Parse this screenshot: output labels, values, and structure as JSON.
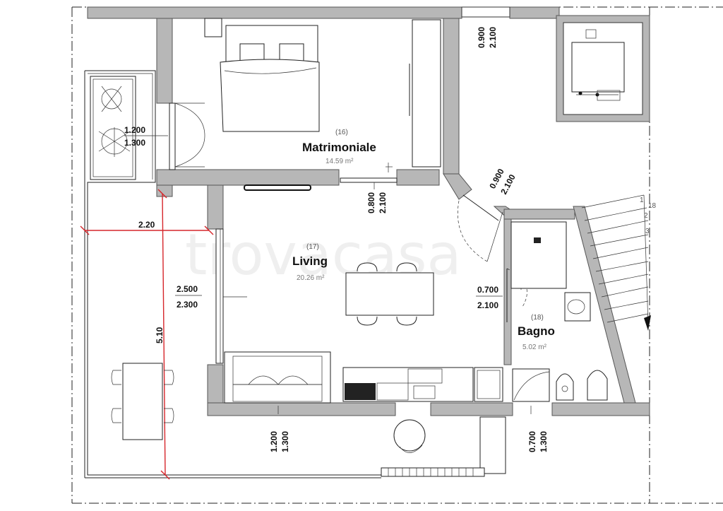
{
  "watermark": "trovacasa",
  "rooms": {
    "matrimoniale": {
      "number": "(16)",
      "name": "Matrimoniale",
      "area": "14.59 m²"
    },
    "living": {
      "number": "(17)",
      "name": "Living",
      "area": "20.26 m²"
    },
    "bagno": {
      "number": "(18)",
      "name": "Bagno",
      "area": "5.02 m²"
    }
  },
  "dimensions": {
    "balcony_window_w": "1.200",
    "balcony_window_h": "1.300",
    "terrace_width": "2.20",
    "terrace_length": "5.10",
    "living_door_w": "2.500",
    "living_door_h": "2.300",
    "bedroom_door_w": "0.800",
    "bedroom_door_h": "2.100",
    "top_door_w": "0.900",
    "top_door_h": "2.100",
    "diag_door_w": "0.900",
    "diag_door_h": "2.100",
    "bath_door_w": "0.700",
    "bath_door_h": "2.100",
    "living_window_w": "1.200",
    "living_window_h": "1.300",
    "bath_window_w": "0.700",
    "bath_window_h": "1.300"
  },
  "stairs": {
    "label_top": "18",
    "label_1": "1",
    "label_2": "2",
    "label_3": "3"
  }
}
